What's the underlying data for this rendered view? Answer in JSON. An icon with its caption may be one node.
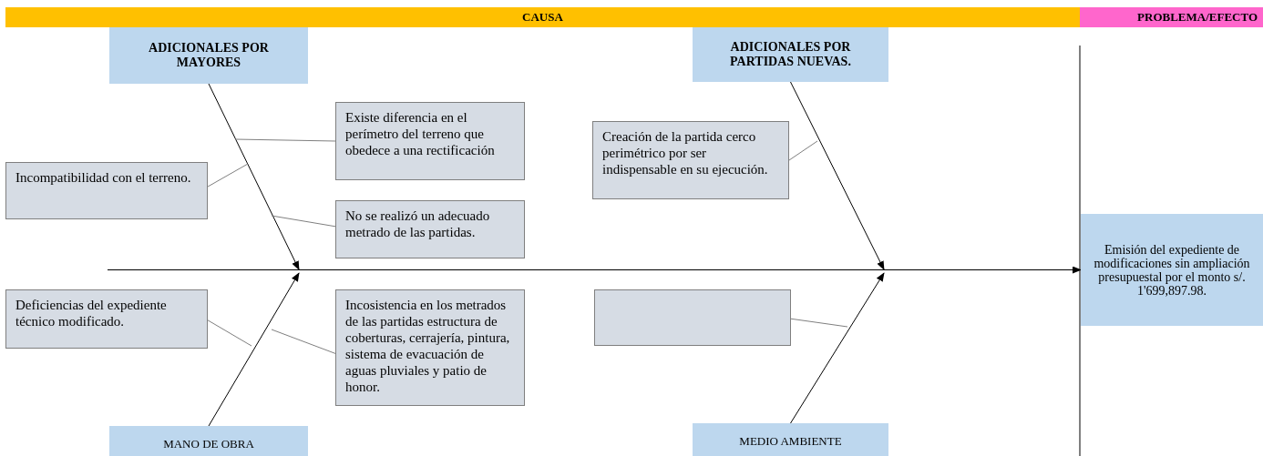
{
  "diagram": {
    "nodes": [
      {
        "text": [
          "CAUSA"
        ]
      },
      {
        "text": [
          "PROBLEMA/EFECTO"
        ]
      },
      {
        "text": [
          "ADICIONALES POR MAYORES"
        ]
      },
      {
        "text": [
          "ADICIONALES POR PARTIDAS NUEVAS."
        ]
      },
      {
        "text": [
          "Existe diferencia en el perímetro del terreno que obedece a una rectificación"
        ]
      },
      {
        "text": [
          "Creación de la partida cerco perimétrico por ser indispensable en su ejecución."
        ]
      },
      {
        "text": [
          "Incompatibilidad con el terreno."
        ]
      },
      {
        "text": [
          "No se realizó un adecuado metrado de las partidas."
        ]
      },
      {
        "text": [
          "Deficiencias del expediente técnico modificado."
        ]
      },
      {
        "text": [
          "Incosistencia en los metrados de las partidas estructura de coberturas, cerrajería, pintura, sistema de evacuación de aguas pluviales y patio de honor."
        ]
      },
      {
        "text": [],
        "shape": "box"
      },
      {
        "text": [
          "Emisión del expediente de modificaciones sin ampliación presupuestal por el monto s/. 1'699,897.98."
        ]
      },
      {
        "text": [
          "MANO DE OBRA"
        ]
      },
      {
        "text": [
          "MEDIO AMBIENTE"
        ]
      }
    ],
    "edges": [
      {
        "from": null,
        "to": 11,
        "arrow": "to",
        "color": "#000000"
      },
      {
        "from": 2,
        "to": null,
        "arrow": "to",
        "color": "#000000"
      },
      {
        "from": 3,
        "to": null,
        "arrow": "to",
        "color": "#000000"
      },
      {
        "from": 12,
        "to": null,
        "arrow": "to",
        "color": "#000000"
      },
      {
        "from": 13,
        "to": null,
        "arrow": "to",
        "color": "#000000"
      },
      {
        "from": 4,
        "to": null,
        "arrow": "none"
      },
      {
        "from": 6,
        "to": null,
        "arrow": "none"
      },
      {
        "from": 7,
        "to": null,
        "arrow": "none"
      },
      {
        "from": 5,
        "to": null,
        "arrow": "none"
      },
      {
        "from": 8,
        "to": null,
        "arrow": "none"
      },
      {
        "from": 9,
        "to": null,
        "arrow": "none"
      },
      {
        "from": 10,
        "to": null,
        "arrow": "none"
      }
    ]
  }
}
